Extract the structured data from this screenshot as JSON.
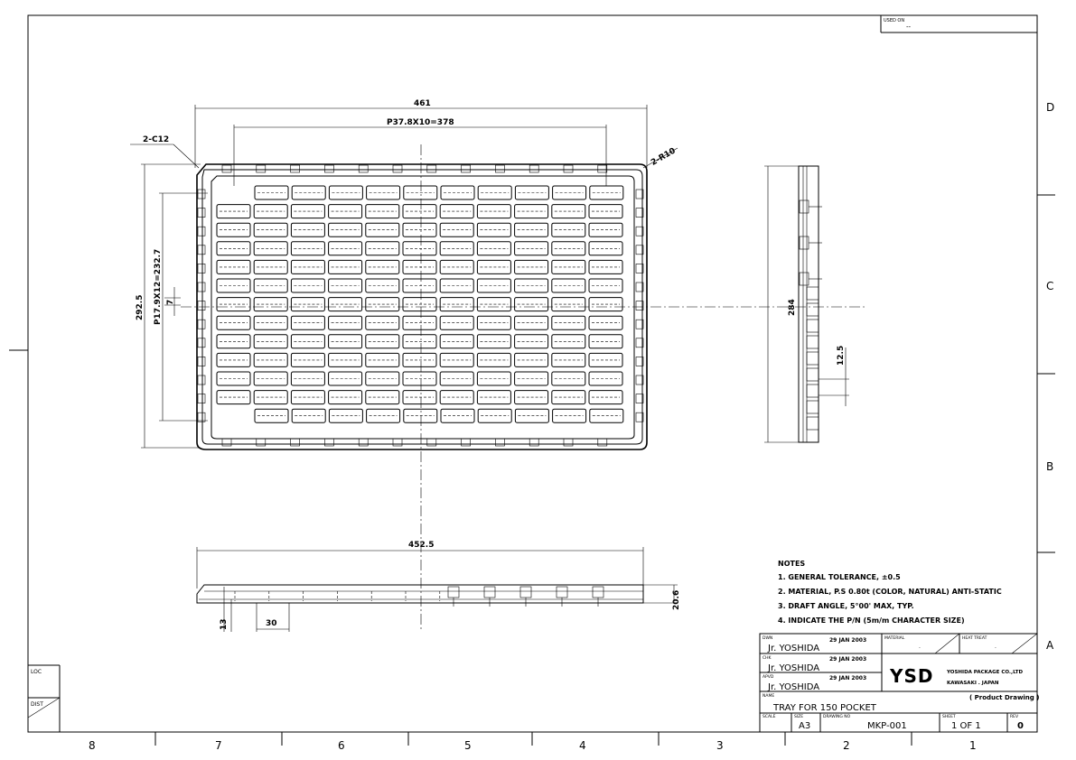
{
  "border": {
    "columns": [
      "8",
      "7",
      "6",
      "5",
      "4",
      "3",
      "2",
      "1"
    ],
    "rows": [
      "D",
      "C",
      "B",
      "A"
    ],
    "loc_label": "LOC",
    "dist_label": "DIST",
    "used_on_label": "USED ON",
    "used_on_value": "--"
  },
  "dimensions": {
    "overall_width": "461",
    "pitch_x": "P37.8X10=378",
    "chamfer": "2-C12",
    "radius": "2-R10",
    "overall_height": "292.5",
    "pitch_y": "P17.9X12=232.7",
    "small_offset": "7",
    "side_height": "284",
    "side_small": "12.5",
    "bottom_length": "452.5",
    "bottom_height": "20.6",
    "bottom_flange": "13",
    "bottom_pitch": "30"
  },
  "notes": {
    "title": "NOTES",
    "items": [
      "1. GENERAL TOLERANCE, ±0.5",
      "2. MATERIAL, P.S 0.80t (COLOR, NATURAL) ANTI-STATIC",
      "3. DRAFT ANGLE, 5°00' MAX, TYP.",
      "4. INDICATE THE P/N (5m/m CHARACTER SIZE)"
    ]
  },
  "title_block": {
    "dwn_label": "DWN",
    "dwn_name": "Jr. YOSHIDA",
    "dwn_date": "29 JAN 2003",
    "chk_label": "CHK",
    "chk_name": "Jr. YOSHIDA",
    "chk_date": "29 JAN 2003",
    "apvd_label": "APVD",
    "apvd_name": "Jr. YOSHIDA",
    "apvd_date": "29 JAN 2003",
    "material_label": "MATERIAL",
    "material_value": ".",
    "heat_treat_label": "HEAT TREAT",
    "heat_treat_value": ".",
    "logo": "YSD",
    "company_line1": "YOSHIDA PACKAGE CO.,LTD",
    "company_line2": "KAWASAKI . JAPAN",
    "drawing_type": "( Product Drawing )",
    "name_label": "NAME",
    "name_value": "TRAY FOR 150 POCKET",
    "scale_label": "SCALE",
    "size_label": "SIZE",
    "size_value": "A3",
    "drawing_no_label": "DRAWING NO",
    "drawing_no_value": "MKP-001",
    "sheet_label": "SHEET",
    "sheet_value": "1 OF 1",
    "rev_label": "REV",
    "rev_value": "0"
  }
}
